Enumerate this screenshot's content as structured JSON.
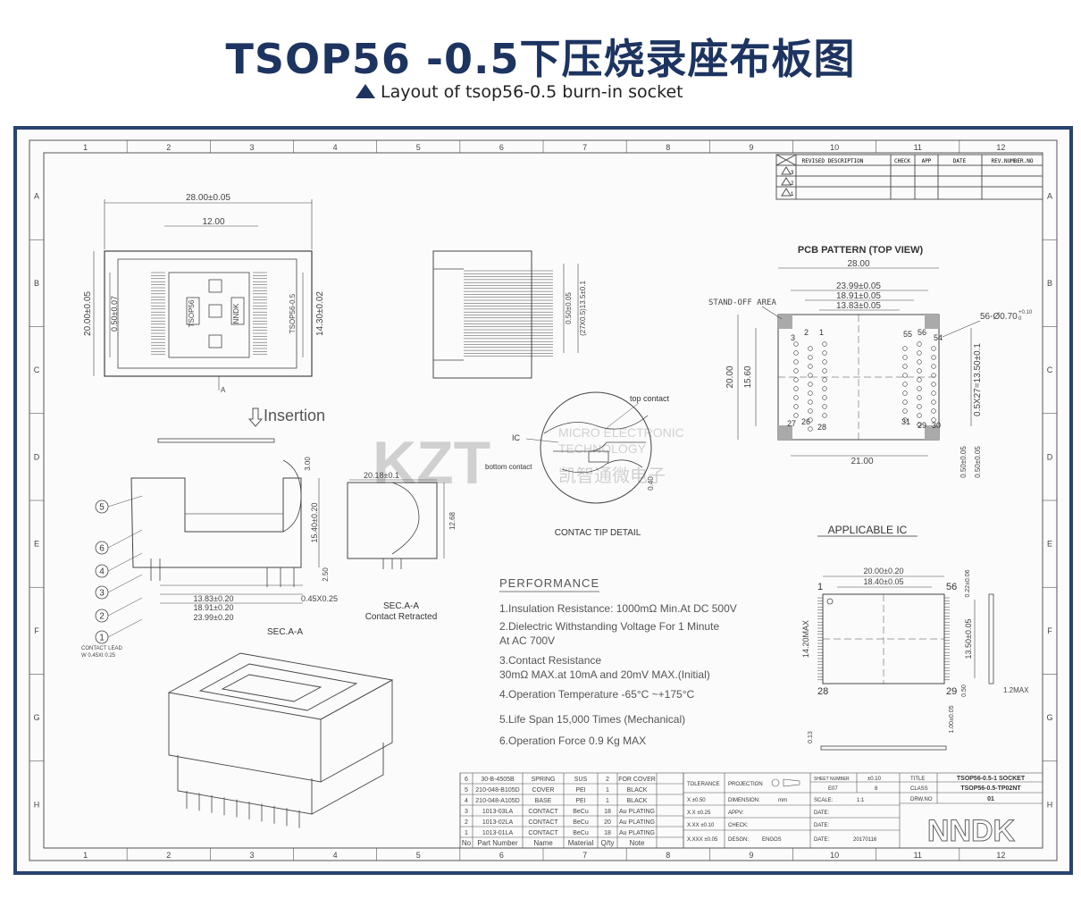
{
  "header": {
    "title": "TSOP56 -0.5下压烧录座布板图",
    "subtitle": "Layout of  tsop56-0.5 burn-in socket"
  },
  "grid": {
    "columns": [
      "1",
      "2",
      "3",
      "4",
      "5",
      "6",
      "7",
      "8",
      "9",
      "10",
      "11",
      "12"
    ],
    "rows": [
      "A",
      "B",
      "C",
      "D",
      "E",
      "F",
      "G",
      "H"
    ]
  },
  "revision_block": {
    "headers": [
      "REVISED DESCRIPTION",
      "CHECK",
      "APP",
      "DATE",
      "REV.NUMBER.NO"
    ],
    "rows": [
      "3",
      "2",
      "1"
    ]
  },
  "top_view": {
    "width_dim": "28.00±0.05",
    "inner_dim": "12.00",
    "height_dim": "20.00±0.05",
    "offset_dim": "0.50±0.07",
    "pin_dim": "14.30±0.02",
    "label_left": "TSOP56",
    "label_right": "TSOP56-0.5",
    "label_mid": "NNDK",
    "section_mark": "A"
  },
  "side_view": {
    "dim1": "0.50±0.05",
    "dim2": "(27X0.5)13.5±0.1"
  },
  "pcb": {
    "title": "PCB PATTERN  (TOP VIEW)",
    "dims": [
      "28.00",
      "23.99±0.05",
      "18.91±0.05",
      "13.83±0.05"
    ],
    "standoff": "STAND-OFF AREA",
    "hole": "56-Ø0.70",
    "hole_tol_top": "+0.10",
    "hole_tol_bot": "0",
    "height_dims": [
      "20.00",
      "15.60"
    ],
    "pitch": "0.5X27=13.50±0.1",
    "bottom_dim": "21.00",
    "small_dims": [
      "0.50±0.05",
      "0.50±0.05"
    ],
    "pin_numbers": [
      "3",
      "2",
      "1",
      "55",
      "56",
      "54",
      "27",
      "26",
      "28",
      "31",
      "29",
      "30"
    ]
  },
  "insertion": {
    "label": "Insertion",
    "balloons": [
      "5",
      "6",
      "4",
      "3",
      "2",
      "1"
    ],
    "contact_lead": "CONTACT LEAD",
    "contact_size": "W 0.45Xt 0.25",
    "dims": [
      "3.00",
      "15.40±0.20",
      "2.50",
      "0.45X0.25",
      "13.83±0.20",
      "18.91±0.20",
      "23.99±0.20"
    ],
    "section": "SEC.A-A"
  },
  "retracted": {
    "top_dim": "20.18±0.1",
    "height_dim": "12.68",
    "section": "SEC.A-A",
    "caption": "Contact Retracted"
  },
  "contact_detail": {
    "title": "CONTAC TIP DETAIL",
    "top": "top contact",
    "ic": "IC",
    "bottom": "bottom contact",
    "gap": "0.40"
  },
  "watermark": {
    "logo": "KZT",
    "line1": "MICRO ELECTRONIC",
    "line2": "TECHNOLOGY",
    "cn": "凯智通微电子"
  },
  "performance": {
    "title": "PERFORMANCE",
    "items": [
      "1.Insulation Resistance: 1000mΩ Min.At DC 500V",
      "2.Dielectric Withstanding Voltage For 1 Minute",
      "  At AC 700V",
      "3.Contact Resistance",
      "  30mΩ MAX.at 10mA and 20mV MAX.(Initial)",
      "4.Operation Temperature -65°C ~+175°C",
      "5.Life Span 15,000 Times (Mechanical)",
      "6.Operation Force 0.9 Kg MAX"
    ]
  },
  "ic": {
    "title": "APPLICABLE IC",
    "dims": [
      "20.00±0.20",
      "18.40±0.05",
      "0.22±0.06",
      "14.20MAX",
      "13.50±0.05",
      "0.50",
      "1.2MAX",
      "1.00±0.05",
      "0.13"
    ],
    "pins": [
      "1",
      "56",
      "28",
      "29"
    ]
  },
  "bom": {
    "header": [
      "No",
      "Part Number",
      "Name",
      "Material",
      "Q/ty",
      "Note"
    ],
    "rows": [
      [
        "6",
        "30-B-4505B",
        "SPRING",
        "SUS",
        "2",
        "FOR COVER"
      ],
      [
        "5",
        "210-048-B105D",
        "COVER",
        "PEI",
        "1",
        "BLACK"
      ],
      [
        "4",
        "210-048-A105D",
        "BASE",
        "PEI",
        "1",
        "BLACK"
      ],
      [
        "3",
        "1013-03LA",
        "CONTACT",
        "BeCu",
        "18",
        "Au PLATING"
      ],
      [
        "2",
        "1013-02LA",
        "CONTACT",
        "BeCu",
        "20",
        "Au PLATING"
      ],
      [
        "1",
        "1013-01LA",
        "CONTACT",
        "BeCu",
        "18",
        "Au PLATING"
      ]
    ]
  },
  "title_block": {
    "tolerance": "TOLERANCE",
    "projection": "PROJECTION",
    "tol_rows": [
      "X   ±0.50",
      "X.X  ±0.25",
      "X.XX ±0.10",
      "X.XXX ±0.05"
    ],
    "dimension": "DIMENSION:",
    "unit": "mm",
    "appv": "APPV:",
    "check": "CHECK:",
    "design": "DESGN:",
    "designer": "ENGOS",
    "sheet": "SHEET NUMBER",
    "sheet_val": "±0.10",
    "sheet_row": [
      "E07",
      "8"
    ],
    "scale": "SCALE:",
    "scale_val": "1:1",
    "date1": "DATE:",
    "date2": "DATE:",
    "date3": "DATE:",
    "date_val": "20170116",
    "title_label": "TITLE",
    "title_val": "TSOP56-0.5-1 SOCKET",
    "class_label": "CLASS",
    "class_val": "TSOP56-0.5-TP02NT",
    "drw_label": "DRW.NO",
    "drw_val": "01",
    "logo": "NNDK"
  }
}
